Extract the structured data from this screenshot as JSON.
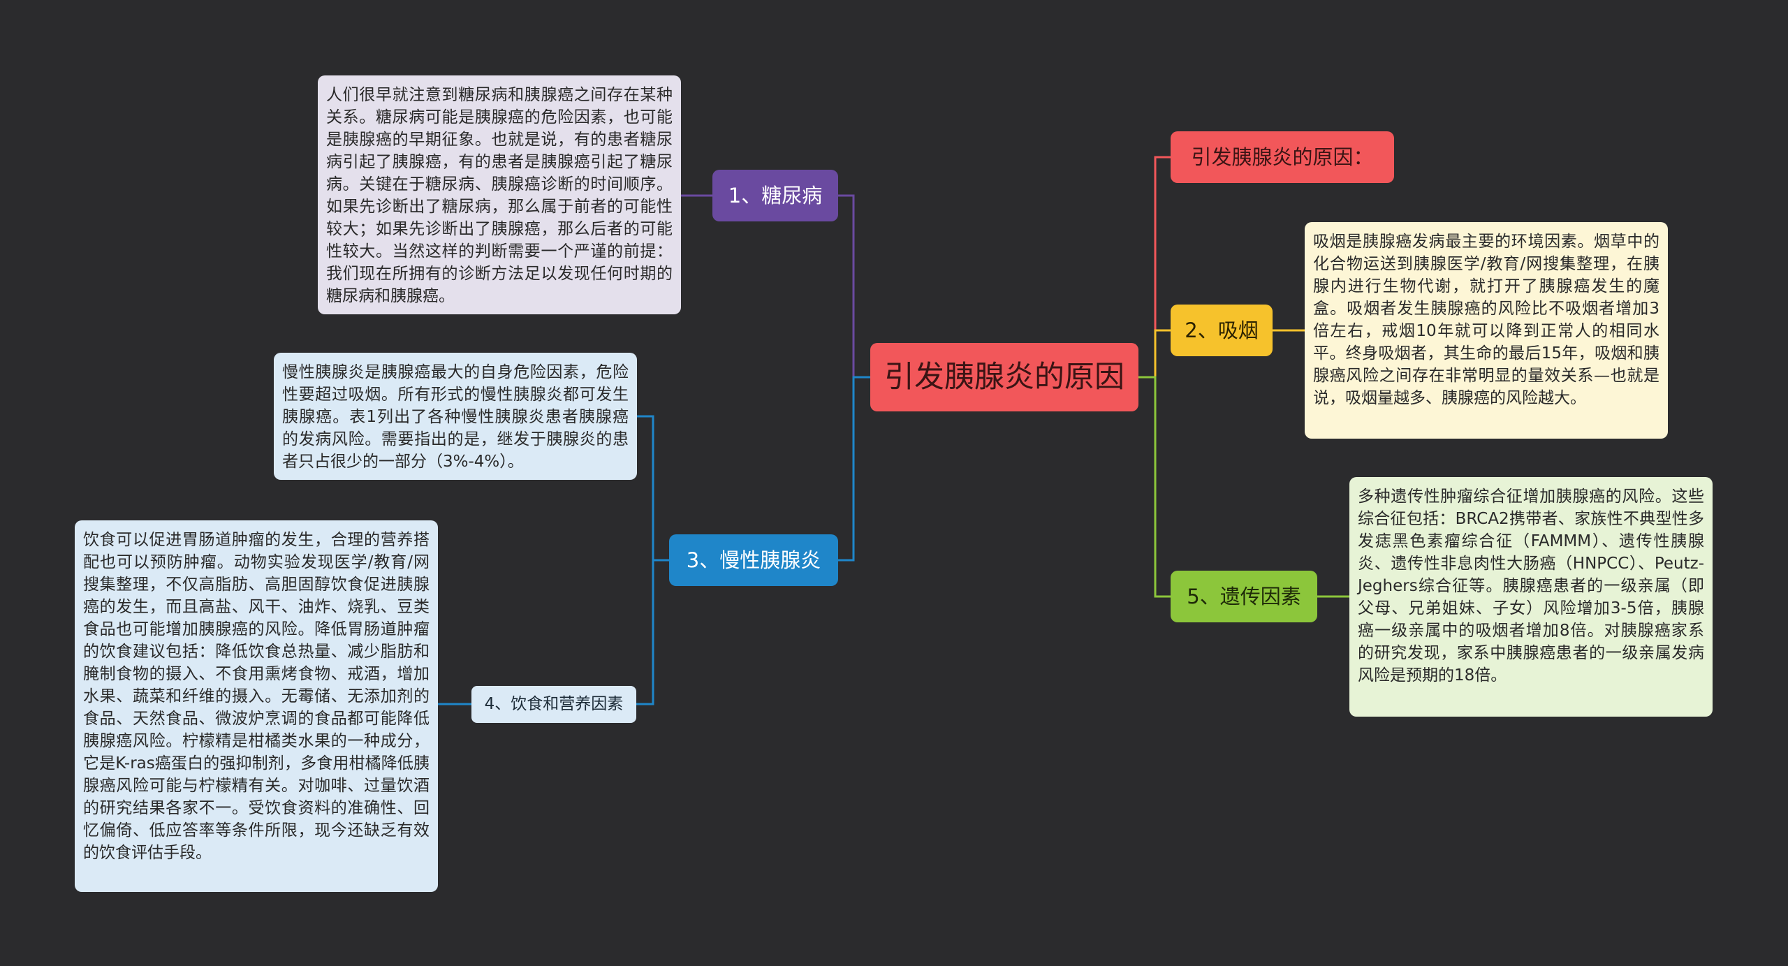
{
  "center": {
    "label": "引发胰腺炎的原因"
  },
  "branches": {
    "diabetes": {
      "label": "1、糖尿病",
      "text": "人们很早就注意到糖尿病和胰腺癌之间存在某种关系。糖尿病可能是胰腺癌的危险因素，也可能是胰腺癌的早期征象。也就是说，有的患者糖尿病引起了胰腺癌，有的患者是胰腺癌引起了糖尿病。关键在于糖尿病、胰腺癌诊断的时间顺序。如果先诊断出了糖尿病，那么属于前者的可能性较大；如果先诊断出了胰腺癌，那么后者的可能性较大。当然这样的判断需要一个严谨的前提：我们现在所拥有的诊断方法足以发现任何时期的糖尿病和胰腺癌。"
    },
    "pancreatitis": {
      "label": "3、慢性胰腺炎",
      "text": "慢性胰腺炎是胰腺癌最大的自身危险因素，危险性要超过吸烟。所有形式的慢性胰腺炎都可发生胰腺癌。表1列出了各种慢性胰腺炎患者胰腺癌的发病风险。需要指出的是，继发于胰腺炎的患者只占很少的一部分（3%-4%）。"
    },
    "diet": {
      "label": "4、饮食和营养因素",
      "text": "饮食可以促进胃肠道肿瘤的发生，合理的营养搭配也可以预防肿瘤。动物实验发现医学/教育/网搜集整理，不仅高脂肪、高胆固醇饮食促进胰腺癌的发生，而且高盐、风干、油炸、烧乳、豆类食品也可能增加胰腺癌的风险。降低胃肠道肿瘤的饮食建议包括：降低饮食总热量、减少脂肪和腌制食物的摄入、不食用熏烤食物、戒酒，增加水果、蔬菜和纤维的摄入。无霉储、无添加剂的食品、天然食品、微波炉烹调的食品都可能降低胰腺癌风险。柠檬精是柑橘类水果的一种成分，它是K-ras癌蛋白的强抑制剂，多食用柑橘降低胰腺癌风险可能与柠檬精有关。对咖啡、过量饮酒的研究结果各家不一。受饮食资料的准确性、回忆偏倚、低应答率等条件所限，现今还缺乏有效的饮食评估手段。"
    },
    "title": {
      "label": "引发胰腺炎的原因："
    },
    "smoking": {
      "label": "2、吸烟",
      "text": "吸烟是胰腺癌发病最主要的环境因素。烟草中的化合物运送到胰腺医学/教育/网搜集整理，在胰腺内进行生物代谢，就打开了胰腺癌发生的魔盒。吸烟者发生胰腺癌的风险比不吸烟者增加3倍左右，戒烟10年就可以降到正常人的相同水平。终身吸烟者，其生命的最后15年，吸烟和胰腺癌风险之间存在非常明显的量效关系—也就是说，吸烟量越多、胰腺癌的风险越大。"
    },
    "genetic": {
      "label": "5、遗传因素",
      "text": "多种遗传性肿瘤综合征增加胰腺癌的风险。这些综合征包括：BRCA2携带者、家族性不典型性多发痣黑色素瘤综合征（FAMMM）、遗传性胰腺炎、遗传性非息肉性大肠癌（HNPCC）、Peutz-Jeghers综合征等。胰腺癌患者的一级亲属（即父母、兄弟姐妹、子女）风险增加3-5倍，胰腺癌一级亲属中的吸烟者增加8倍。对胰腺癌家系的研究发现，家系中胰腺癌患者的一级亲属发病风险是预期的18倍。"
    }
  },
  "colors": {
    "background": "#2b2b2d",
    "center": "#f2575a",
    "diabetes": "#6a4aa0",
    "pancreatitis": "#1f86c9",
    "smoking": "#f6c22c",
    "genetic": "#8cc63b",
    "title": "#f2575a"
  }
}
